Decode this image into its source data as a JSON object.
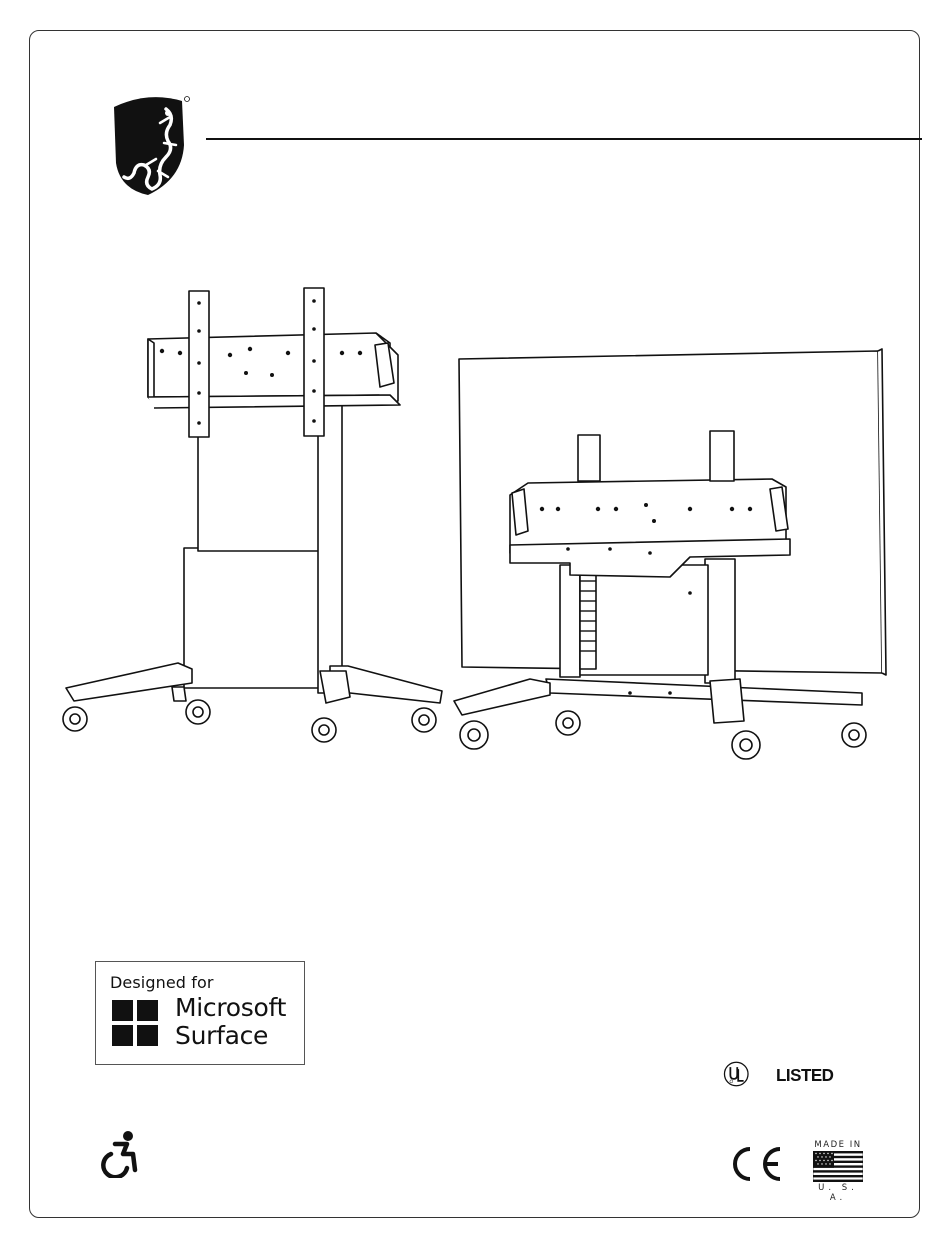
{
  "badge": {
    "designed_for": "Designed for",
    "brand_line1": "Microsoft",
    "brand_line2": "Surface"
  },
  "certifications": {
    "ul_listed": "LISTED",
    "ul_letters": "UL",
    "ce": "CE",
    "made_in_top": "MADE IN",
    "made_in_bottom": "U. S. A."
  },
  "icons": {
    "logo": "salamander-logo",
    "accessibility": "accessibility-icon",
    "flag": "us-flag-icon"
  },
  "colors": {
    "ink": "#111111",
    "frame": "#333333"
  }
}
